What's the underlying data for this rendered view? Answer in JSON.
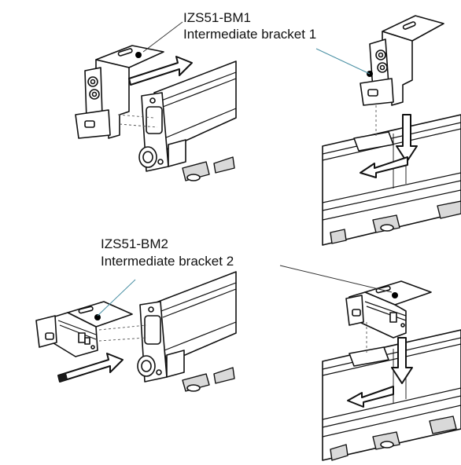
{
  "labels": {
    "bracket1_part": "IZS51-BM1",
    "bracket1_name": "Intermediate bracket 1",
    "bracket2_part": "IZS51-BM2",
    "bracket2_name": "Intermediate bracket 2"
  },
  "colors": {
    "line": "#111111",
    "leader_blue": "#4a90a4",
    "fill_gray": "#d9d9d9",
    "background": "#ffffff"
  }
}
